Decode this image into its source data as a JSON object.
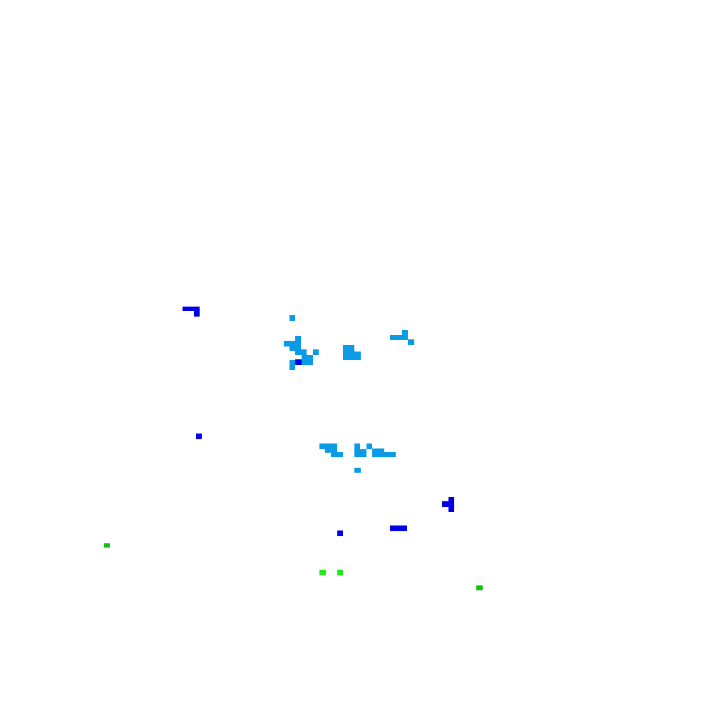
{
  "map": {
    "background": "#ffffff",
    "categories": [
      {
        "key": "dark-blue",
        "color": "#0000e6"
      },
      {
        "key": "light-blue",
        "color": "#0a9be6"
      },
      {
        "key": "bright-green",
        "color": "#22e622"
      },
      {
        "key": "dark-green",
        "color": "#12c212"
      }
    ]
  }
}
